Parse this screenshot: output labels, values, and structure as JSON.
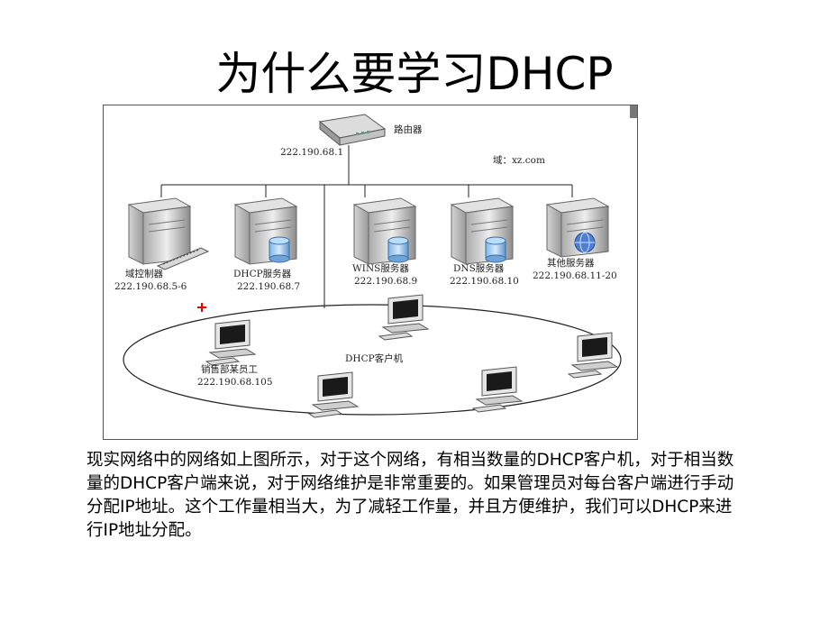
{
  "title": "为什么要学习DHCP",
  "diagram": {
    "router_label": "路由器",
    "router_ip": "222.190.68.1",
    "domain_label": "域：xz.com",
    "servers": [
      {
        "name": "域控制器",
        "ip": "222.190.68.5-6"
      },
      {
        "name": "DHCP服务器",
        "ip": "222.190.68.7"
      },
      {
        "name": "WINS服务器",
        "ip": "222.190.68.9"
      },
      {
        "name": "DNS服务器",
        "ip": "222.190.68.10"
      },
      {
        "name": "其他服务器",
        "ip": "222.190.68.11-20"
      }
    ],
    "client_group_label": "DHCP客户机",
    "client_example": {
      "name": "销售部某员工",
      "ip": "222.190.68.105"
    }
  },
  "body_text": "现实网络中的网络如上图所示，对于这个网络，有相当数量的DHCP客户机，对于相当数量的DHCP客户端来说，对于网络维护是非常重要的。如果管理员对每台客户端进行手动分配IP地址。这个工作量相当大，为了减轻工作量，并且方便维护，我们可以DHCP来进行IP地址分配。"
}
